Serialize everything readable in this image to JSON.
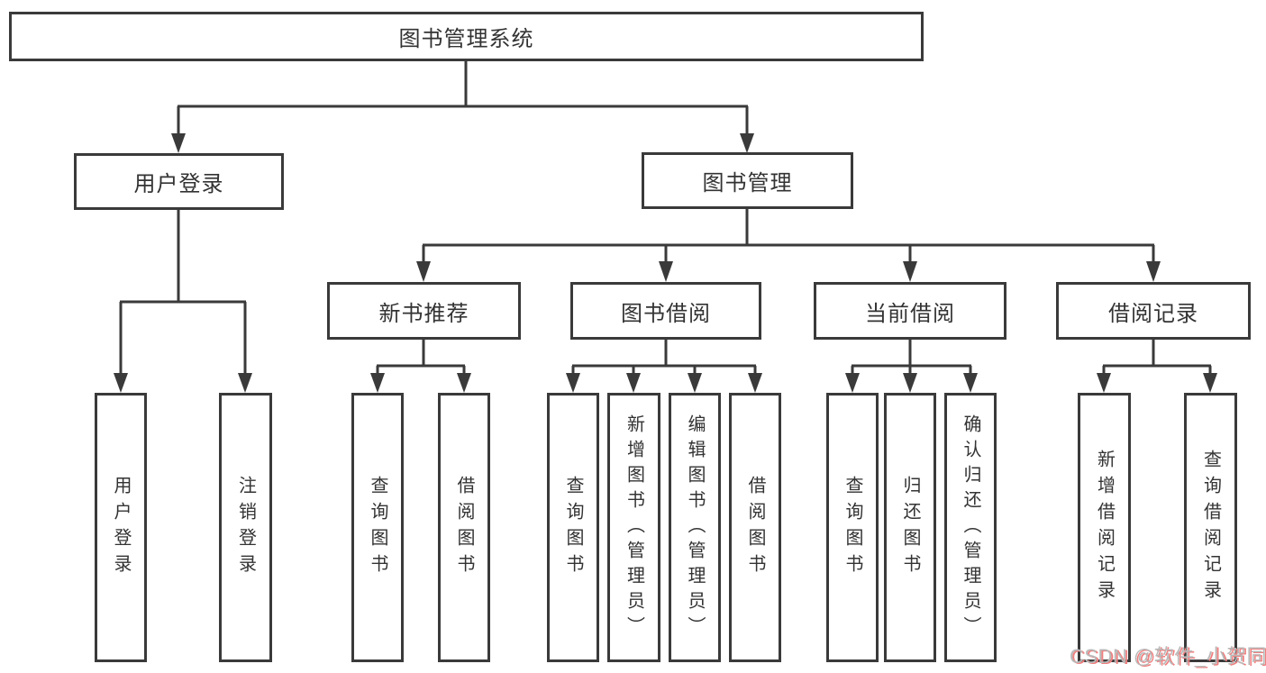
{
  "diagram": {
    "root": "图书管理系统",
    "level2": {
      "user": "用户登录",
      "mgmt": "图书管理"
    },
    "level3": {
      "new_books": "新书推荐",
      "borrow": "图书借阅",
      "current": "当前借阅",
      "records": "借阅记录"
    },
    "leaves": {
      "login": "用户登录",
      "logout": "注销登录",
      "nb_query": "查询图书",
      "nb_borrow": "借阅图书",
      "bb_query": "查询图书",
      "bb_add": "新增图书（管理员）",
      "bb_edit": "编辑图书（管理员）",
      "bb_borrow": "借阅图书",
      "cb_query": "查询图书",
      "cb_return": "归还图书",
      "cb_confirm": "确认归还（管理员）",
      "rec_add": "新增借阅记录",
      "rec_query": "查询借阅记录"
    }
  },
  "watermark": "CSDN @软件_小贺同学",
  "colors": {
    "line": "#3a3a3a",
    "text": "#333333",
    "watermark": "#b8b8b8",
    "watermark_shadow": "#f07f7f"
  }
}
